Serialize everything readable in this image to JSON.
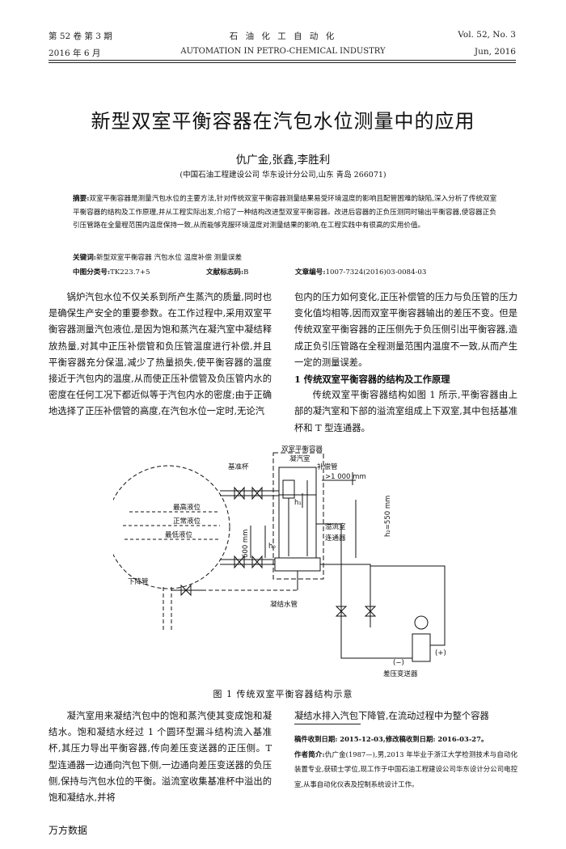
{
  "header": {
    "left_line1": "第 52 卷 第 3 期",
    "left_line2": "2016 年 6 月",
    "center_line1": "石 油 化 工 自 动 化",
    "center_line2": "AUTOMATION IN PETRO-CHEMICAL INDUSTRY",
    "right_line1": "Vol. 52, No. 3",
    "right_line2": "Jun, 2016"
  },
  "title": "新型双室平衡容器在汽包水位测量中的应用",
  "authors": "仇广金,张鑫,李胜利",
  "affiliation": "(中国石油工程建设公司 华东设计分公司,山东 青岛 266071)",
  "abstract": {
    "label": "摘要:",
    "text": "双室平衡容器是测量汽包水位的主要方法,针对传统双室平衡容器测量结果易受环境温度的影响且配管困难的缺陷,深入分析了传统双室平衡容器的结构及工作原理,并从工程实际出发,介绍了一种结构改进型双室平衡容器。改进后容器的正负压测同时输出平衡容器,使容器正负引压管路在全量程范围内温度保持一致,从而能够克服环境温度对测量结果的影响,在工程实践中有很高的实用价值。"
  },
  "keywords": {
    "label": "关键词:",
    "text": "新型双室平衡容器 汽包水位 温度补偿 测量误差"
  },
  "classification": {
    "clc_label": "中图分类号:",
    "clc": "TK223.7+5",
    "doc_label": "文献标志码:",
    "doc": "B",
    "article_label": "文章编号:",
    "article": "1007-7324(2016)03-0084-03"
  },
  "body": {
    "left_para": "锅炉汽包水位不仅关系到所产生蒸汽的质量,同时也是确保生产安全的重要参数。在工作过程中,采用双室平衡容器测量汽包液位,是因为饱和蒸汽在凝汽室中凝结释放热量,对其中正压补偿管和负压管温度进行补偿,并且平衡容器充分保温,减少了热量损失,使平衡容器的温度接近于汽包内的温度,从而使正压补偿管及负压管内水的密度在任何工况下都近似等于汽包内水的密度;由于正确地选择了正压补偿管的高度,在汽包水位一定时,无论汽",
    "right_para1": "包内的压力如何变化,正压补偿管的压力与负压管的压力变化值均相等,因而双室平衡容器输出的差压不变。但是传统双室平衡容器的正压侧先于负压侧引出平衡容器,造成正负引压管路在全程测量范围内温度不一致,从而产生一定的测量误差。",
    "section1": "1 传统双室平衡容器的结构及工作原理",
    "right_para2": "传统双室平衡容器结构如图 1 所示,平衡容器由上部的凝汽室和下部的溢流室组成上下双室,其中包括基准杯和 T 型连通器。",
    "bottom_left": "凝汽室用来凝结汽包中的饱和蒸汽使其变成饱和凝结水。饱和凝结水经过 1 个圆环型漏斗结构流入基准杯,其压力导出平衡容器,传向差压变送器的正压侧。T 型连通器一边通向汽包下侧,一边通向差压变送器的负压侧,保持与汽包水位的平衡。溢流室收集基准杯中溢出的饱和凝结水,并将",
    "bottom_right": "凝结水排入汽包下降管,在流动过程中为整个容器"
  },
  "figure": {
    "caption": "图 1 传统双室平衡容器结构示意",
    "labels": {
      "balance_vessel": "双室平衡容器",
      "condensing_chamber": "凝汽室",
      "reference_cup": "基准杯",
      "compensation_tube": "补偿管",
      "dim_1000": ">1 000 mm",
      "h1": "h₁",
      "highest_level": "最高液位",
      "normal_level": "正常液位",
      "lowest_level": "最低液位",
      "dim_600": "600 mm",
      "h0": "h₀",
      "overflow_chamber": "溢流室",
      "connector": "连通器",
      "dim_550": "h₂=550 mm",
      "downcomer": "下降管",
      "condensate_pipe": "凝结水管",
      "minus": "(−)",
      "plus": "(+)",
      "dp_transmitter": "差压变送器"
    }
  },
  "footnotes": {
    "received": "稿件收到日期: 2015-12-03,修改稿收到日期: 2016-03-27。",
    "author_label": "作者简介:",
    "author": "仇广金(1987—),男,2013 年毕业于浙江大学检测技术与自动化装置专业,获硕士学位,现工作于中国石油工程建设公司华东设计分公司电控室,从事自动化仪表及控制系统设计工作。"
  },
  "watermark": "万方数据"
}
